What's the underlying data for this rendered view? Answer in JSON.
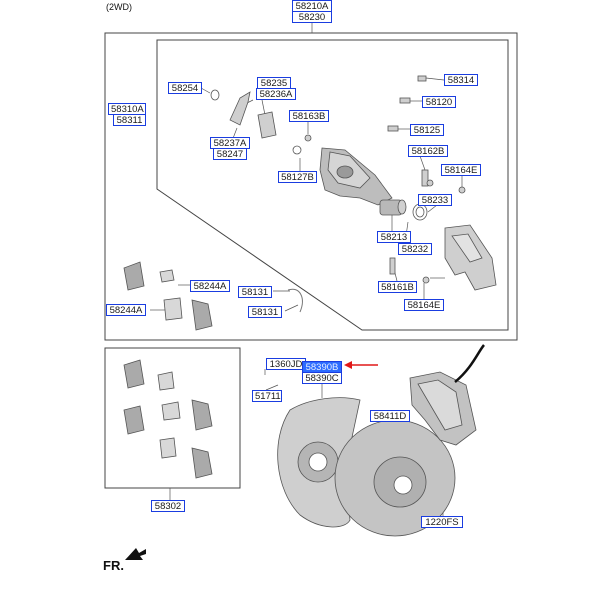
{
  "variant_note": "(2WD)",
  "direction_label": "FR.",
  "highlight_color": "#2c6bff",
  "label_border_color": "#1a3de0",
  "arrow_color": "#e01818",
  "labels": {
    "l58210A": "58210A",
    "l58230": "58230",
    "l58310A": "58310A",
    "l58311": "58311",
    "l58254": "58254",
    "l58235": "58235",
    "l58236A": "58236A",
    "l58237A": "58237A",
    "l58247": "58247",
    "l58163B": "58163B",
    "l58127B": "58127B",
    "l58314": "58314",
    "l58120": "58120",
    "l58125": "58125",
    "l58162B": "58162B",
    "l58164E_a": "58164E",
    "l58233": "58233",
    "l58213": "58213",
    "l58232": "58232",
    "l58161B": "58161B",
    "l58164E_b": "58164E",
    "l58244A_a": "58244A",
    "l58244A_b": "58244A",
    "l58131_a": "58131",
    "l58131_b": "58131",
    "l1360JD": "1360JD",
    "l58390B": "58390B",
    "l58390C": "58390C",
    "l51711": "51711",
    "l58411D": "58411D",
    "l1220FS": "1220FS",
    "l58302": "58302"
  }
}
